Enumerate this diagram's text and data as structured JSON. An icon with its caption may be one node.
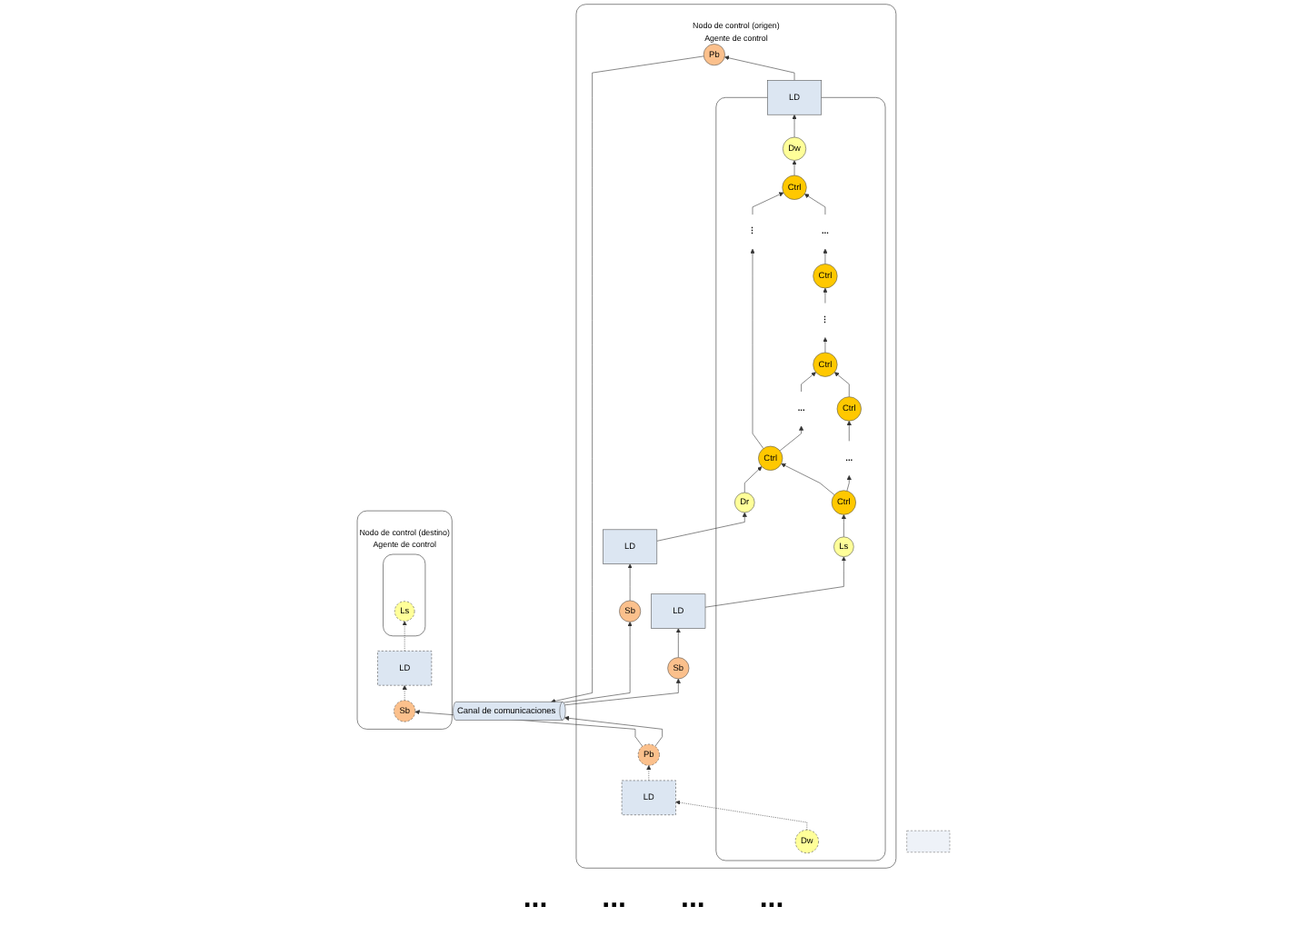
{
  "diagram": {
    "nodes": [
      {
        "text": [
          "Nodo de control (origen)",
          "Agente de control"
        ]
      },
      {
        "text": [],
        "shape": "box",
        "in": 0
      },
      {
        "text": [
          "Ctrl"
        ],
        "in": 1
      },
      {
        "text": [
          "Ctrl"
        ],
        "in": 1
      },
      {
        "text": [
          "⋮"
        ],
        "in": 1
      },
      {
        "text": [
          "Ctrl"
        ],
        "in": 1
      },
      {
        "text": [
          "..."
        ],
        "in": 1
      },
      {
        "text": [
          "..."
        ],
        "in": 1
      },
      {
        "text": [
          "..."
        ],
        "in": 1
      },
      {
        "text": [
          "Ctrl"
        ],
        "in": 1
      },
      {
        "text": [
          "Ctrl"
        ],
        "in": 1
      },
      {
        "text": [
          "⋮"
        ],
        "in": 1
      },
      {
        "text": [
          "Ctrl"
        ],
        "in": 1
      },
      {
        "text": [
          "Ls"
        ],
        "in": 1
      },
      {
        "text": [
          "Dr"
        ],
        "in": 1
      },
      {
        "text": [
          "Dw"
        ],
        "in": 1
      },
      {
        "text": [
          "Dw"
        ],
        "in": 1
      },
      {
        "text": [
          "LD"
        ],
        "in": 0
      },
      {
        "text": [
          "LD"
        ],
        "in": 0
      },
      {
        "text": [
          "LD"
        ],
        "in": 0
      },
      {
        "text": [
          "LD"
        ],
        "in": 0
      },
      {
        "text": [
          "Sb"
        ],
        "in": 0
      },
      {
        "text": [
          "Sb"
        ],
        "in": 0
      },
      {
        "text": [
          "Pb"
        ],
        "in": 0
      },
      {
        "text": [
          "Pb"
        ],
        "in": 0
      },
      {
        "text": [],
        "shape": "bar"
      },
      {
        "text": [
          "Nodo de control (destino)",
          "Agente de control"
        ]
      },
      {
        "text": [],
        "shape": "box",
        "in": 26
      },
      {
        "text": [
          "Ls"
        ],
        "in": 27
      },
      {
        "text": [
          "LD"
        ],
        "in": 26
      },
      {
        "text": [
          "Sb"
        ],
        "in": 26
      },
      {
        "text": [
          "Canal de comunicaciones"
        ]
      }
    ],
    "edges": [
      {
        "from": 2,
        "to": 3,
        "arrow": "to"
      },
      {
        "from": 3,
        "to": 4,
        "arrow": "to"
      },
      {
        "from": 4,
        "to": 5,
        "arrow": "to"
      },
      {
        "from": 6,
        "to": 2,
        "arrow": "to"
      },
      {
        "from": 7,
        "to": 3,
        "arrow": "to"
      },
      {
        "from": 5,
        "to": 8,
        "arrow": "to"
      },
      {
        "from": 9,
        "to": 6,
        "arrow": "to"
      },
      {
        "from": 10,
        "to": 7,
        "arrow": "to"
      },
      {
        "from": 8,
        "to": 12,
        "arrow": "to"
      },
      {
        "from": 9,
        "to": 10,
        "arrow": "to"
      },
      {
        "from": 10,
        "to": 11,
        "arrow": "to"
      },
      {
        "from": 11,
        "to": 12,
        "arrow": "to"
      },
      {
        "from": 13,
        "to": 9,
        "arrow": "to"
      },
      {
        "from": 14,
        "to": 10,
        "arrow": "to"
      },
      {
        "from": 12,
        "to": 15,
        "arrow": "to"
      },
      {
        "from": 17,
        "to": 13,
        "arrow": "to"
      },
      {
        "from": 18,
        "to": 14,
        "arrow": "to"
      },
      {
        "from": 15,
        "to": 19,
        "arrow": "to"
      },
      {
        "from": 16,
        "to": 20,
        "arrow": "to",
        "style": "dashed"
      },
      {
        "from": 21,
        "to": 17,
        "arrow": "to"
      },
      {
        "from": 22,
        "to": 18,
        "arrow": "to"
      },
      {
        "from": 19,
        "to": 23,
        "arrow": "to"
      },
      {
        "from": 20,
        "to": 24,
        "arrow": "to",
        "style": "dashed"
      },
      {
        "from": 31,
        "to": 21,
        "arrow": "to"
      },
      {
        "from": 31,
        "to": 22,
        "arrow": "to"
      },
      {
        "from": 23,
        "to": 31,
        "arrow": "to"
      },
      {
        "from": 24,
        "to": 31,
        "arrow": "to"
      },
      {
        "from": 24,
        "to": 30,
        "arrow": "to"
      },
      {
        "from": 30,
        "to": 29,
        "arrow": "to",
        "style": "dashed"
      },
      {
        "from": 29,
        "to": 28,
        "arrow": "to",
        "style": "dashed"
      }
    ],
    "labels": [
      "...",
      "...",
      "...",
      "..."
    ]
  }
}
